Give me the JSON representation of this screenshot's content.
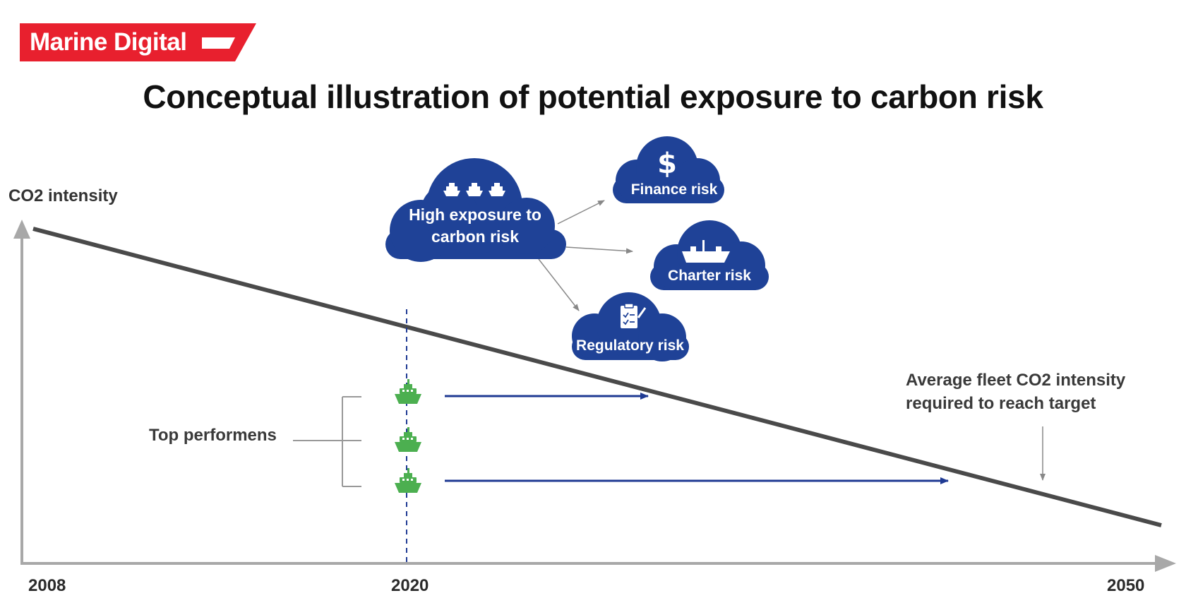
{
  "brand": {
    "name": "Marine Digital",
    "color": "#e8202e"
  },
  "title": "Conceptual illustration of potential exposure to carbon risk",
  "axes": {
    "y_label": "CO2 intensity",
    "x_ticks": [
      "2008",
      "2020",
      "2050"
    ]
  },
  "trend_label": "Average fleet CO2 intensity required to reach target",
  "top_performers_label": "Top performens",
  "clouds": {
    "main": "High exposure to carbon risk",
    "finance": "Finance risk",
    "charter": "Charter risk",
    "regulatory": "Regulatory risk"
  },
  "colors": {
    "cloud": "#1f4297",
    "arrow": "#1f3a93",
    "ship": "#4caf50",
    "trend_line": "#4a4a4a",
    "axis": "#a8a8a8"
  },
  "icons": {
    "main_cloud": "ships-icon",
    "finance": "dollar-icon",
    "charter": "cargo-ship-icon",
    "regulatory": "clipboard-check-icon",
    "performer": "green-ship-icon"
  }
}
